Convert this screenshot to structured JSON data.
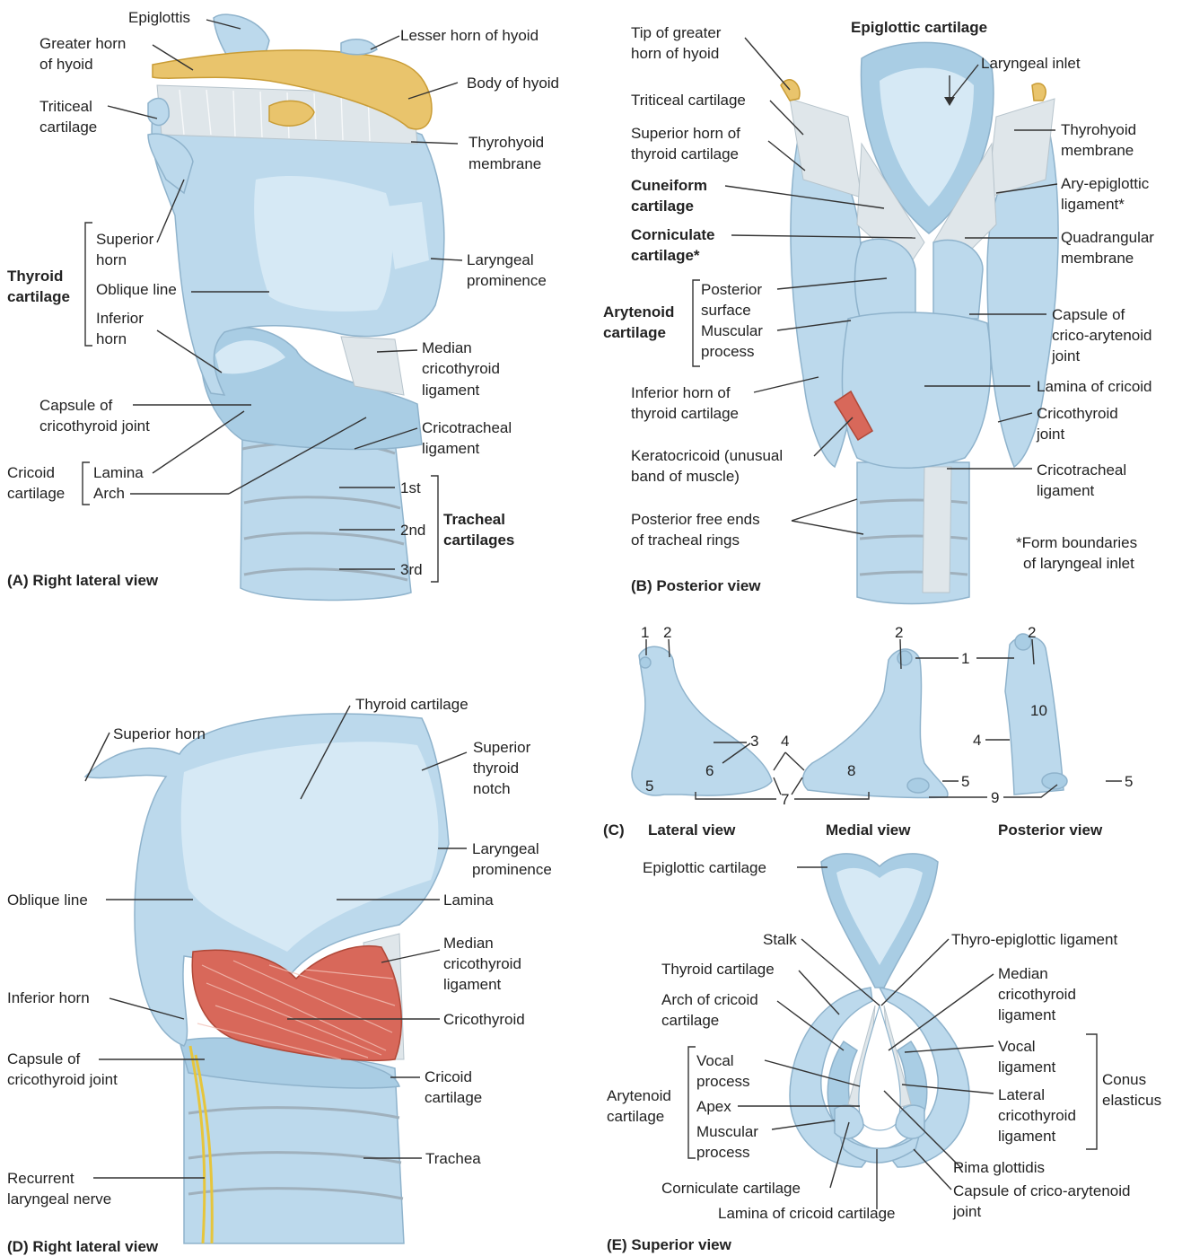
{
  "panelA": {
    "caption": "(A) Right lateral view",
    "epiglottis": "Epiglottis",
    "greater_horn": [
      "Greater horn",
      "of hyoid"
    ],
    "lesser_horn": "Lesser horn of hyoid",
    "body_hyoid": "Body of hyoid",
    "triticeal": [
      "Triticeal",
      "cartilage"
    ],
    "thyrohyoid": [
      "Thyrohyoid",
      "membrane"
    ],
    "thyroid_cartilage": [
      "Thyroid",
      "cartilage"
    ],
    "superior_horn": [
      "Superior",
      "horn"
    ],
    "oblique_line": "Oblique line",
    "inferior_horn": [
      "Inferior",
      "horn"
    ],
    "laryngeal_prominence": [
      "Laryngeal",
      "prominence"
    ],
    "median_cricothyroid": [
      "Median",
      "cricothyroid",
      "ligament"
    ],
    "capsule": [
      "Capsule of",
      "cricothyroid joint"
    ],
    "cricotracheal": [
      "Cricotracheal",
      "ligament"
    ],
    "cricoid_cartilage": [
      "Cricoid",
      "cartilage"
    ],
    "lamina": "Lamina",
    "arch": "Arch",
    "ring1": "1st",
    "ring2": "2nd",
    "ring3": "3rd",
    "tracheal": [
      "Tracheal",
      "cartilages"
    ]
  },
  "panelB": {
    "caption": "(B) Posterior view",
    "epiglottic": "Epiglottic cartilage",
    "tip_greater": [
      "Tip of greater",
      "horn of hyoid"
    ],
    "laryngeal_inlet": "Laryngeal inlet",
    "triticeal": "Triticeal cartilage",
    "superior_horn": [
      "Superior horn of",
      "thyroid cartilage"
    ],
    "thyrohyoid": [
      "Thyrohyoid",
      "membrane"
    ],
    "cuneiform": [
      "Cuneiform",
      "cartilage"
    ],
    "aryepiglottic": [
      "Ary-epiglottic",
      "ligament*"
    ],
    "corniculate": [
      "Corniculate",
      "cartilage*"
    ],
    "quadrangular": [
      "Quadrangular",
      "membrane"
    ],
    "arytenoid": [
      "Arytenoid",
      "cartilage"
    ],
    "posterior_surface": [
      "Posterior",
      "surface"
    ],
    "muscular_process": [
      "Muscular",
      "process"
    ],
    "capsule_crico": [
      "Capsule of",
      "crico-arytenoid",
      "joint"
    ],
    "inferior_horn": [
      "Inferior horn of",
      "thyroid cartilage"
    ],
    "lamina_cricoid": "Lamina of cricoid",
    "cricothyroid_joint": [
      "Cricothyroid",
      "joint"
    ],
    "keratocricoid": [
      "Keratocricoid (unusual",
      "band of muscle)"
    ],
    "cricotracheal": [
      "Cricotracheal",
      "ligament"
    ],
    "posterior_free": [
      "Posterior free ends",
      "of tracheal rings"
    ],
    "footnote": [
      "*Form boundaries",
      "of laryngeal inlet"
    ]
  },
  "panelC": {
    "caption_letter": "(C)",
    "lateral": "Lateral view",
    "medial": "Medial view",
    "posterior": "Posterior view",
    "n1": "1",
    "n2": "2",
    "n3": "3",
    "n4": "4",
    "n5": "5",
    "n6": "6",
    "n7": "7",
    "n8": "8",
    "n9": "9",
    "n10": "10"
  },
  "panelD": {
    "caption": "(D) Right lateral view",
    "thyroid_cartilage": "Thyroid cartilage",
    "superior_horn": "Superior horn",
    "superior_notch": [
      "Superior",
      "thyroid",
      "notch"
    ],
    "laryngeal_prominence": [
      "Laryngeal",
      "prominence"
    ],
    "oblique_line": "Oblique line",
    "lamina": "Lamina",
    "median_cricothyroid": [
      "Median",
      "cricothyroid",
      "ligament"
    ],
    "inferior_horn": "Inferior horn",
    "cricothyroid": "Cricothyroid",
    "capsule": [
      "Capsule of",
      "cricothyroid joint"
    ],
    "cricoid": [
      "Cricoid",
      "cartilage"
    ],
    "trachea": "Trachea",
    "recurrent": [
      "Recurrent",
      "laryngeal nerve"
    ]
  },
  "panelE": {
    "caption": "(E) Superior view",
    "epiglottic": "Epiglottic cartilage",
    "stalk": "Stalk",
    "thyroepiglottic": "Thyro-epiglottic ligament",
    "thyroid": "Thyroid cartilage",
    "median_cricothyroid": [
      "Median",
      "cricothyroid",
      "ligament"
    ],
    "arch_cricoid": [
      "Arch of cricoid",
      "cartilage"
    ],
    "vocal_ligament": [
      "Vocal",
      "ligament"
    ],
    "conus": [
      "Conus",
      "elasticus"
    ],
    "arytenoid": [
      "Arytenoid",
      "cartilage"
    ],
    "vocal_process": [
      "Vocal",
      "process"
    ],
    "apex": "Apex",
    "muscular_process": [
      "Muscular",
      "process"
    ],
    "lateral_cricothyroid": [
      "Lateral",
      "cricothyroid",
      "ligament"
    ],
    "rima": "Rima glottidis",
    "corniculate": "Corniculate cartilage",
    "capsule": [
      "Capsule of crico-arytenoid",
      "joint"
    ],
    "lamina_cricoid": "Lamina of cricoid cartilage"
  }
}
